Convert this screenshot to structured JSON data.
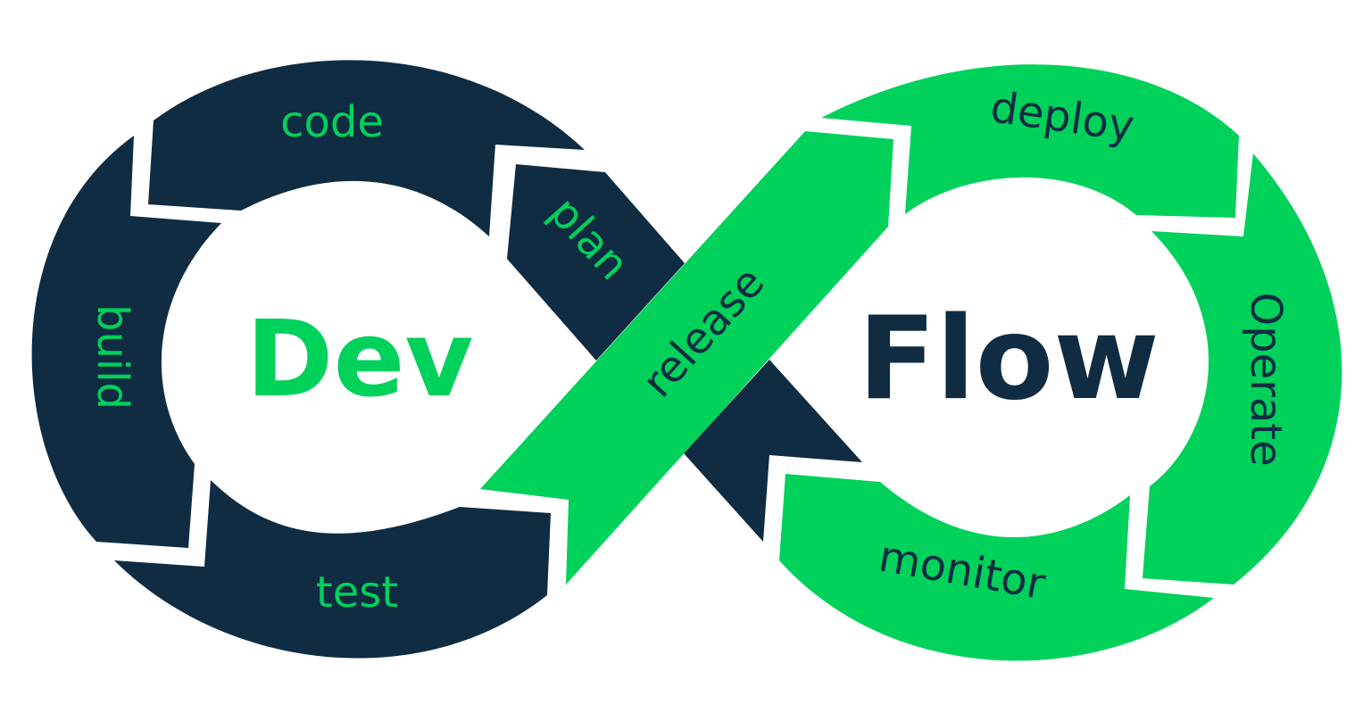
{
  "colors": {
    "navy": "#0f2c42",
    "green": "#00d15b",
    "white": "#ffffff"
  },
  "title": {
    "left": "Dev",
    "right": "Flow"
  },
  "stages": {
    "code": "code",
    "plan": "plan",
    "build": "build",
    "test": "test",
    "release": "release",
    "deploy": "deploy",
    "operate": "Operate",
    "monitor": "monitor"
  }
}
